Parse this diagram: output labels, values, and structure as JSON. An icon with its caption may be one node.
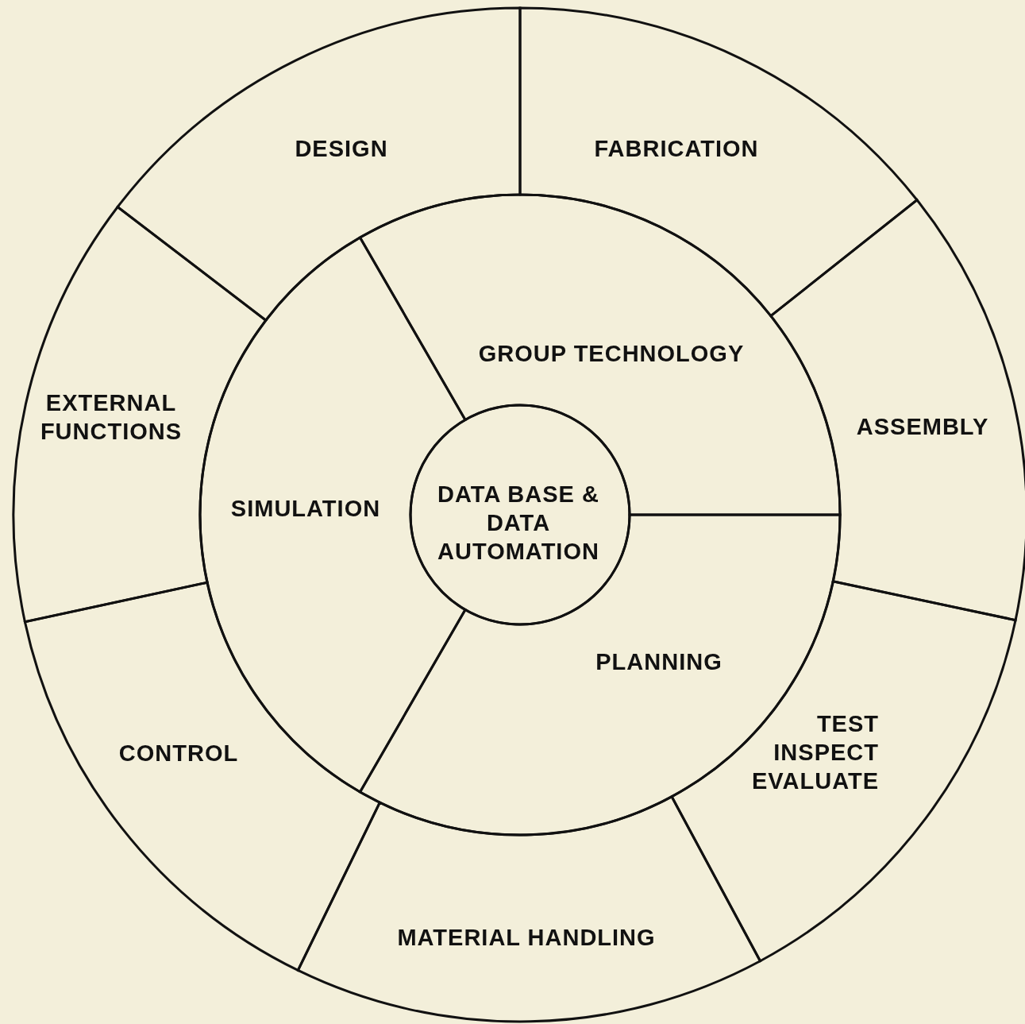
{
  "diagram": {
    "nodes": [
      {
        "text": [
          "DESIGN"
        ]
      },
      {
        "text": [
          "FABRICATION"
        ]
      },
      {
        "text": [
          "ASSEMBLY"
        ]
      },
      {
        "text": [
          "TEST INSPECT EVALUATE"
        ]
      },
      {
        "text": [
          "MATERIAL HANDLING"
        ]
      },
      {
        "text": [
          "CONTROL"
        ]
      },
      {
        "text": [
          "EXTERNAL FUNCTIONS"
        ]
      },
      {
        "text": [
          "GROUP TECHNOLOGY"
        ]
      },
      {
        "text": [
          "PLANNING"
        ]
      },
      {
        "text": [
          "SIMULATION"
        ]
      },
      {
        "text": [
          "DATA BASE & DATA AUTOMATION"
        ]
      }
    ]
  }
}
